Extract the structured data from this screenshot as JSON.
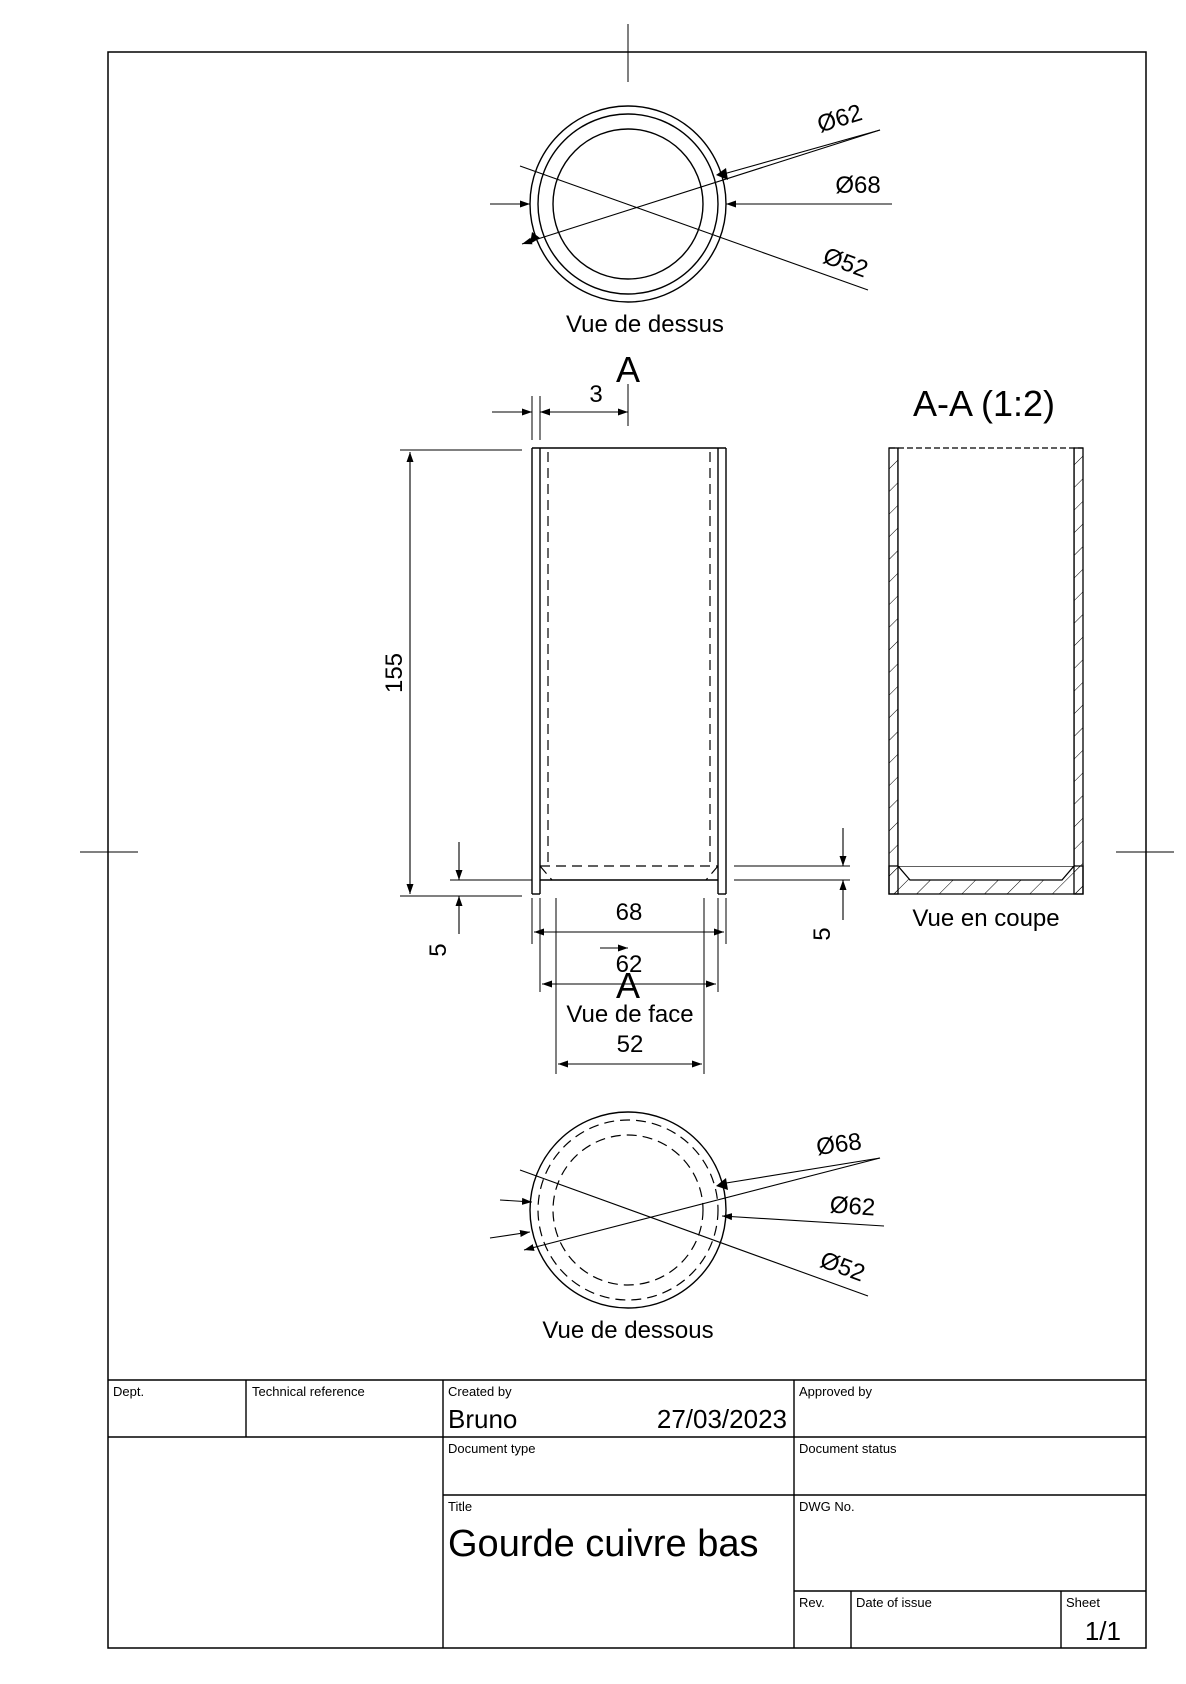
{
  "views": {
    "top": {
      "label": "Vue de dessus",
      "dims": [
        "Ø62",
        "Ø68",
        "Ø52"
      ]
    },
    "front": {
      "label": "Vue de face",
      "section_marker": "A",
      "dims": {
        "wall": "3",
        "height": "155",
        "base_left": "5",
        "base_right": "5",
        "outer": "68",
        "mid": "62",
        "inner": "52"
      }
    },
    "section": {
      "title": "A-A (1:2)",
      "label": "Vue en coupe"
    },
    "bottom": {
      "label": "Vue de dessous",
      "dims": [
        "Ø68",
        "Ø62",
        "Ø52"
      ]
    }
  },
  "title_block": {
    "dept_label": "Dept.",
    "tech_ref_label": "Technical reference",
    "created_by_label": "Created by",
    "created_by": "Bruno",
    "date": "27/03/2023",
    "approved_by_label": "Approved by",
    "doc_type_label": "Document type",
    "doc_status_label": "Document status",
    "title_label": "Title",
    "title": "Gourde cuivre bas",
    "dwg_no_label": "DWG No.",
    "rev_label": "Rev.",
    "date_of_issue_label": "Date of issue",
    "sheet_label": "Sheet",
    "sheet": "1/1"
  }
}
